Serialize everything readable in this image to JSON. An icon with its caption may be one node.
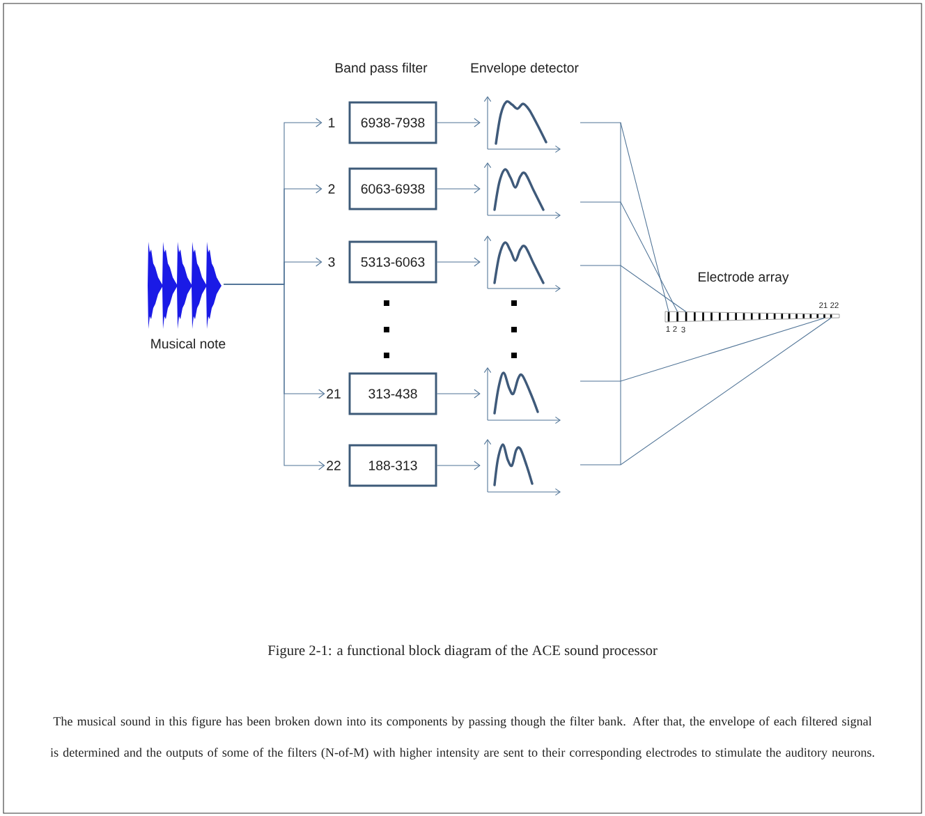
{
  "diagram": {
    "caption": "Figure 2-1: a functional block diagram of the ACE sound processor",
    "nodes": [
      {
        "text": [],
        "shape": "picture",
        "beside": [
          "Musical note"
        ]
      },
      {
        "text": [
          "6938-7938"
        ]
      },
      {
        "text": [
          "6063-6938"
        ]
      },
      {
        "text": [
          "5313-6063"
        ]
      },
      {
        "text": [
          "313-438"
        ]
      },
      {
        "text": [
          "188-313"
        ]
      },
      {
        "text": [],
        "shape": "picture"
      },
      {
        "text": [],
        "shape": "picture"
      },
      {
        "text": [],
        "shape": "picture"
      },
      {
        "text": [],
        "shape": "picture"
      },
      {
        "text": [],
        "shape": "picture"
      },
      {
        "text": [],
        "shape": "picture",
        "beside": [
          "Electrode array"
        ]
      }
    ],
    "edges": [
      {
        "from": 0,
        "to": 1,
        "arrow": "to",
        "label": "1"
      },
      {
        "from": 0,
        "to": 2,
        "arrow": "to",
        "label": "2"
      },
      {
        "from": 0,
        "to": 3,
        "arrow": "to",
        "label": "3"
      },
      {
        "from": 0,
        "to": 4,
        "arrow": "to",
        "label": "21"
      },
      {
        "from": 0,
        "to": 5,
        "arrow": "to",
        "label": "22"
      },
      {
        "from": 1,
        "to": 6,
        "arrow": "to"
      },
      {
        "from": 2,
        "to": 7,
        "arrow": "to"
      },
      {
        "from": 3,
        "to": 8,
        "arrow": "to"
      },
      {
        "from": 4,
        "to": 9,
        "arrow": "to"
      },
      {
        "from": 5,
        "to": 10,
        "arrow": "to"
      },
      {
        "from": 6,
        "to": 11,
        "arrow": "none"
      },
      {
        "from": 7,
        "to": 11,
        "arrow": "none"
      },
      {
        "from": 8,
        "to": 11,
        "arrow": "none"
      },
      {
        "from": 9,
        "to": 11,
        "arrow": "none"
      },
      {
        "from": 10,
        "to": 11,
        "arrow": "none"
      }
    ],
    "labels": [
      "Band pass filter",
      "Envelope detector",
      "21",
      "22",
      "1",
      "2",
      "3",
      "The musical sound in this figure has been broken down into its components by passing though the filter bank. After that, the envelope of each filtered signal is determined and the outputs of some of the filters (N-of-M) with higher intensity are sent to their corresponding electrodes to stimulate the auditory neurons."
    ]
  }
}
